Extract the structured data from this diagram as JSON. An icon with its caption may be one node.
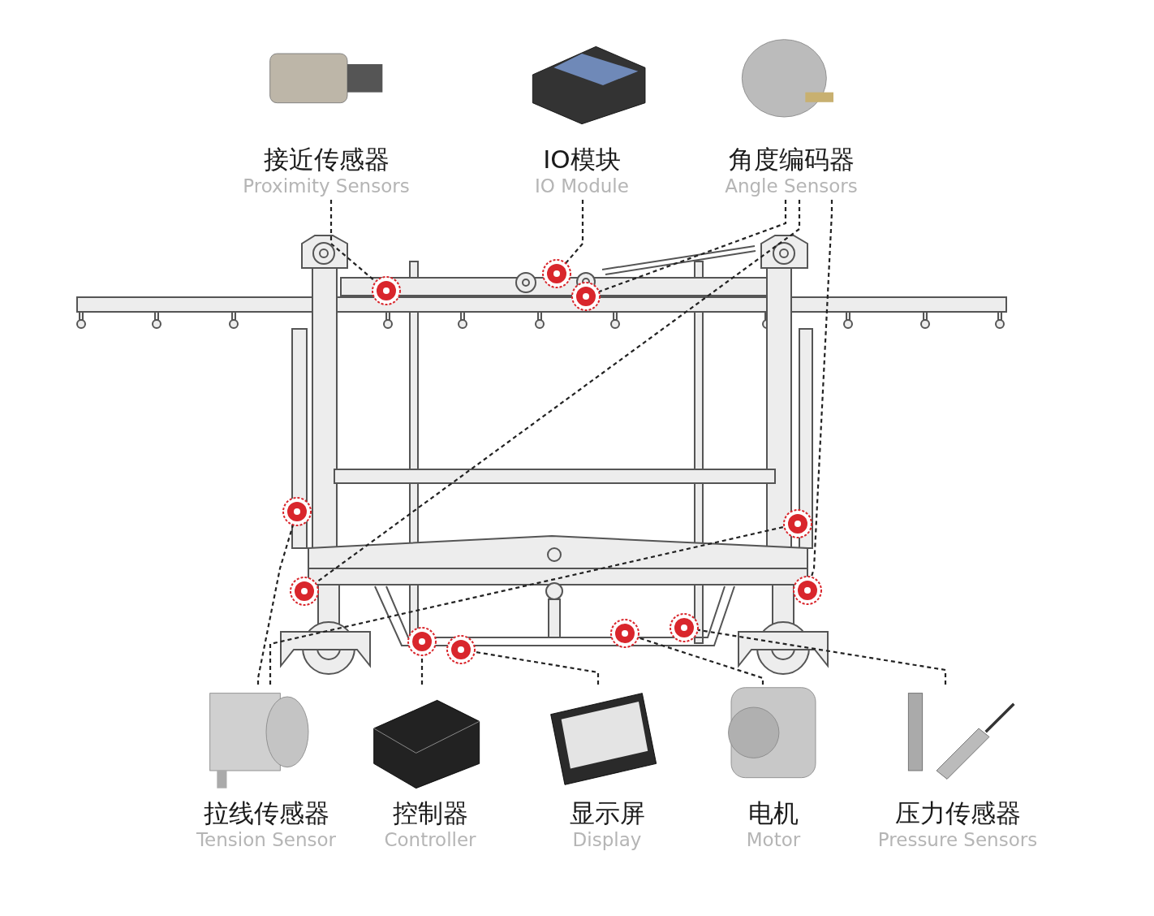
{
  "diagram": {
    "nodes": [
      {
        "text": [
          "接近传感器",
          "Proximity Sensors"
        ]
      },
      {
        "text": [
          "IO模块",
          "IO Module"
        ]
      },
      {
        "text": [
          "角度编码器",
          "Angle Sensors"
        ]
      },
      {
        "text": [
          "拉线传感器",
          "Tension Sensor"
        ]
      },
      {
        "text": [
          "控制器",
          "Controller"
        ]
      },
      {
        "text": [
          "显示屏",
          "Display"
        ]
      },
      {
        "text": [
          "电机",
          "Motor"
        ]
      },
      {
        "text": [
          "压力传感器",
          "Pressure Sensors"
        ]
      },
      {
        "text": [],
        "shape": "circle"
      },
      {
        "text": [],
        "shape": "circle"
      },
      {
        "text": [],
        "shape": "circle"
      },
      {
        "text": [],
        "shape": "circle"
      },
      {
        "text": [],
        "shape": "circle"
      },
      {
        "text": [],
        "shape": "circle"
      },
      {
        "text": [],
        "shape": "circle"
      },
      {
        "text": [],
        "shape": "circle"
      },
      {
        "text": [],
        "shape": "circle"
      },
      {
        "text": [],
        "shape": "circle"
      },
      {
        "text": [],
        "shape": "circle"
      }
    ],
    "edges": [
      {
        "from": 0,
        "to": 8,
        "arrow": "none",
        "style": "dashed"
      },
      {
        "from": 1,
        "to": 9,
        "arrow": "none",
        "style": "dashed"
      },
      {
        "from": 2,
        "to": 10,
        "arrow": "none",
        "style": "dashed"
      },
      {
        "from": 2,
        "to": 13,
        "arrow": "none",
        "style": "dashed"
      },
      {
        "from": 2,
        "to": 14,
        "arrow": "none",
        "style": "dashed"
      },
      {
        "from": 3,
        "to": 11,
        "arrow": "none",
        "style": "dashed"
      },
      {
        "from": 3,
        "to": 12,
        "arrow": "none",
        "style": "dashed"
      },
      {
        "from": 4,
        "to": 15,
        "arrow": "none",
        "style": "dashed"
      },
      {
        "from": 5,
        "to": 16,
        "arrow": "none",
        "style": "dashed"
      },
      {
        "from": 6,
        "to": 17,
        "arrow": "none",
        "style": "dashed"
      },
      {
        "from": 7,
        "to": 18,
        "arrow": "none",
        "style": "dashed"
      }
    ]
  }
}
